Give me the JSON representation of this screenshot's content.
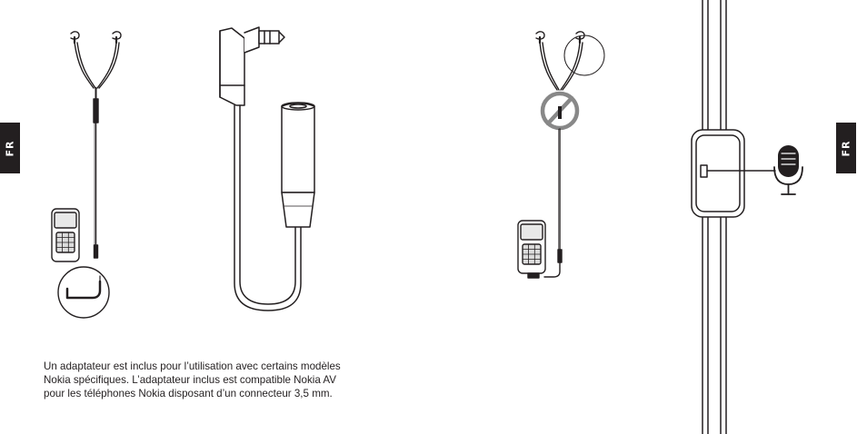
{
  "page": {
    "language_tab_left": "FR",
    "language_tab_right": "FR"
  },
  "caption": {
    "text": "Un adaptateur est inclus pour l’utilisation avec certains modèles Nokia spécifiques. L’adaptateur inclus est compatible Nokia AV pour les téléphones Nokia disposant d’un connecteur 3,5 mm."
  },
  "illustrations": {
    "headset_with_adapter": "headset-icon",
    "adapter_cable": "adapter-cable-icon",
    "headset_direct": "headset-icon",
    "microphone_closeup": "microphone-icon"
  },
  "colors": {
    "tab_background": "#231f20",
    "tab_text": "#ffffff",
    "line": "#231f20"
  }
}
